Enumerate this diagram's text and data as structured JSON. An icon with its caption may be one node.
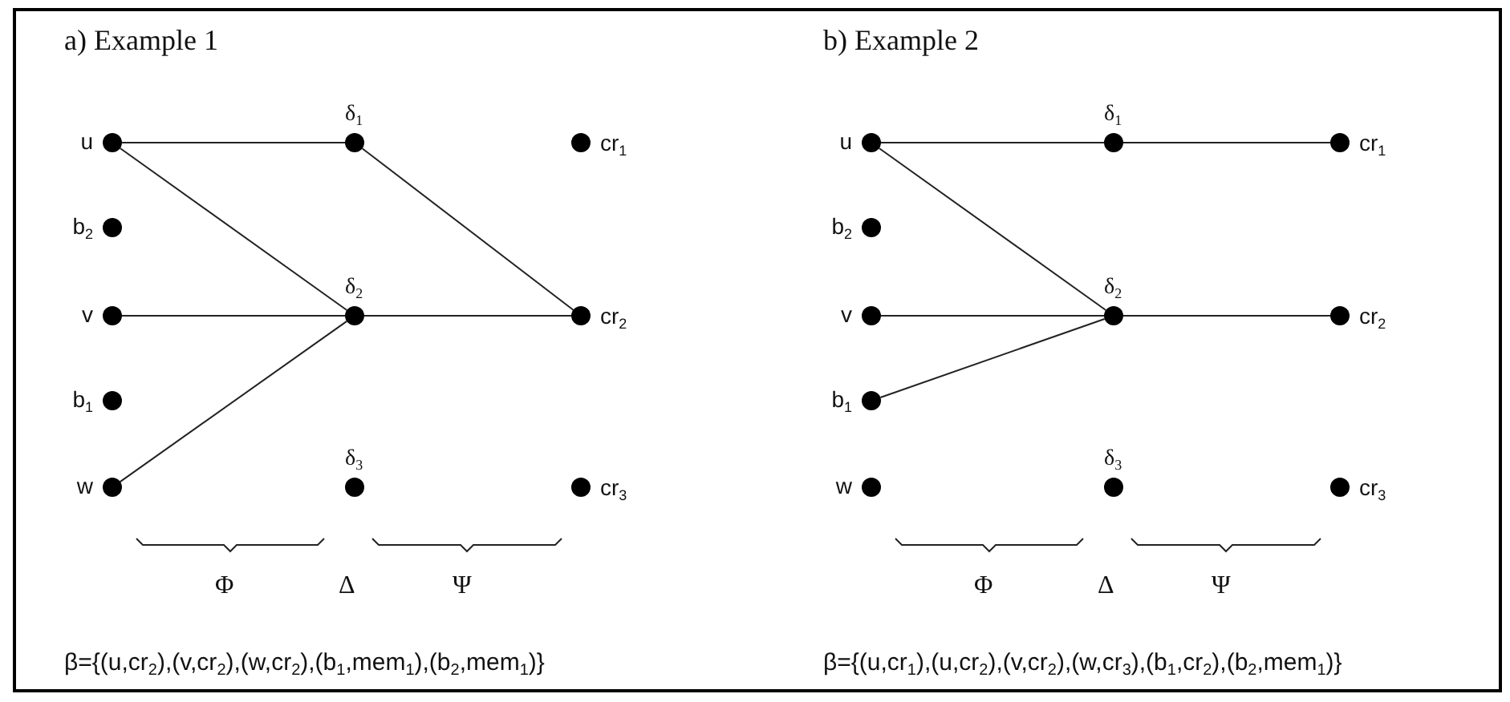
{
  "diagram": {
    "nodes": [
      {
        "text": [],
        "shape": "circle",
        "beside": [
          "u"
        ]
      },
      {
        "text": [],
        "shape": "circle",
        "beside": [
          "b$_{2}$"
        ]
      },
      {
        "text": [],
        "shape": "circle",
        "beside": [
          "v"
        ]
      },
      {
        "text": [],
        "shape": "circle",
        "beside": [
          "b$_{1}$"
        ]
      },
      {
        "text": [],
        "shape": "circle",
        "beside": [
          "w"
        ]
      },
      {
        "text": [],
        "shape": "circle",
        "beside": [
          "δ$_{1}$"
        ]
      },
      {
        "text": [],
        "shape": "circle",
        "beside": [
          "δ$_{2}$"
        ]
      },
      {
        "text": [],
        "shape": "circle",
        "beside": [
          "δ$_{3}$"
        ]
      },
      {
        "text": [],
        "shape": "circle",
        "beside": [
          "cr$_{1}$"
        ]
      },
      {
        "text": [],
        "shape": "circle",
        "beside": [
          "cr$_{2}$"
        ]
      },
      {
        "text": [],
        "shape": "circle",
        "beside": [
          "cr$_{3}$"
        ]
      },
      {
        "text": [],
        "shape": "circle",
        "beside": [
          "u"
        ]
      },
      {
        "text": [],
        "shape": "circle",
        "beside": [
          "b$_{2}$"
        ]
      },
      {
        "text": [],
        "shape": "circle",
        "beside": [
          "v"
        ]
      },
      {
        "text": [],
        "shape": "circle",
        "beside": [
          "b$_{1}$"
        ]
      },
      {
        "text": [],
        "shape": "circle",
        "beside": [
          "w"
        ]
      },
      {
        "text": [],
        "shape": "circle",
        "beside": [
          "δ$_{1}$"
        ]
      },
      {
        "text": [],
        "shape": "circle",
        "beside": [
          "δ$_{2}$"
        ]
      },
      {
        "text": [],
        "shape": "circle",
        "beside": [
          "δ$_{3}$"
        ]
      },
      {
        "text": [],
        "shape": "circle",
        "beside": [
          "cr$_{1}$"
        ]
      },
      {
        "text": [],
        "shape": "circle",
        "beside": [
          "cr$_{2}$"
        ]
      },
      {
        "text": [],
        "shape": "circle",
        "beside": [
          "cr$_{3}$"
        ]
      }
    ],
    "edges": [
      {
        "from": 0,
        "to": 5,
        "arrow": "none"
      },
      {
        "from": 0,
        "to": 6,
        "arrow": "none"
      },
      {
        "from": 2,
        "to": 6,
        "arrow": "none"
      },
      {
        "from": 4,
        "to": 6,
        "arrow": "none"
      },
      {
        "from": 5,
        "to": 9,
        "arrow": "none"
      },
      {
        "from": 6,
        "to": 9,
        "arrow": "none"
      },
      {
        "from": 11,
        "to": 16,
        "arrow": "none"
      },
      {
        "from": 11,
        "to": 17,
        "arrow": "none"
      },
      {
        "from": 13,
        "to": 17,
        "arrow": "none"
      },
      {
        "from": 14,
        "to": 17,
        "arrow": "none"
      },
      {
        "from": 16,
        "to": 19,
        "arrow": "none"
      },
      {
        "from": 17,
        "to": 20,
        "arrow": "none"
      }
    ],
    "labels": [
      "a) Example 1",
      "Φ",
      "Δ",
      "Ψ",
      "β={(u,cr$_{2}$),(v,cr$_{2}$),(w,cr$_{2}$),(b$_{1}$,mem$_{1}$),(b$_{2}$,mem$_{1}$)}",
      "b) Example 2",
      "Φ",
      "Δ",
      "Ψ",
      "β={(u,cr$_{1}$),(u,cr$_{2}$),(v,cr$_{2}$),(w,cr$_{3}$),(b$_{1}$,cr$_{2}$),(b$_{2}$,mem$_{1}$)}"
    ]
  }
}
